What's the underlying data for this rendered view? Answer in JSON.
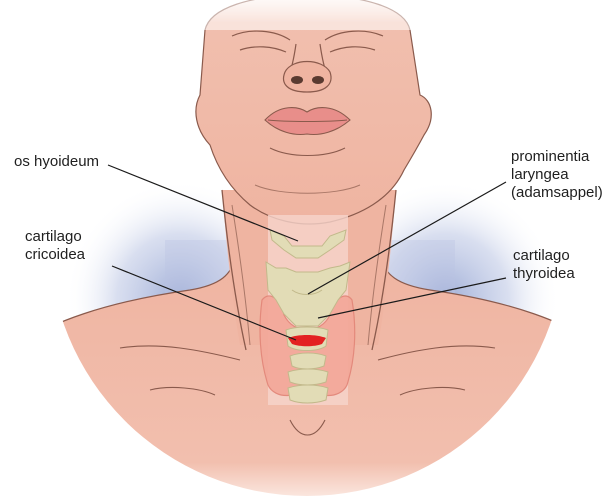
{
  "labels": {
    "os_hyoideum": "os hyoideum",
    "cartilago_cricoidea": [
      "cartilago",
      "cricoidea"
    ],
    "prominentia_laryngea": [
      "prominentia",
      "laryngea",
      "(adamsappel)"
    ],
    "cartilago_thyroidea": [
      "cartilago",
      "thyroidea"
    ]
  },
  "colors": {
    "skin": "#efb4a1",
    "skin_light": "#f6d0c3",
    "outline": "#8a5a4c",
    "shadow_blue": "#8fa0d0",
    "cartilage": "#e2dcb6",
    "thyroid": "#f3a99a",
    "cricoid_accent": "#e32222",
    "leader": "#1a1a1a"
  }
}
